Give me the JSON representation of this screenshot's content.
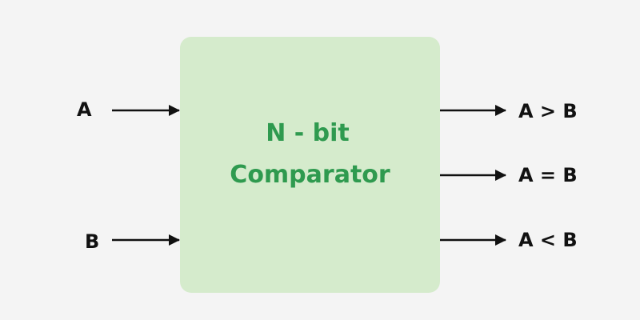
{
  "block": {
    "title_line1": "N - bit",
    "title_line2": "Comparator",
    "fill_color": "#d5ebcc",
    "text_color": "#2f9a4f"
  },
  "inputs": [
    {
      "label": "A"
    },
    {
      "label": "B"
    }
  ],
  "outputs": [
    {
      "label": "A > B"
    },
    {
      "label": "A = B"
    },
    {
      "label": "A < B"
    }
  ],
  "colors": {
    "background": "#f4f4f4",
    "arrow": "#111111"
  }
}
